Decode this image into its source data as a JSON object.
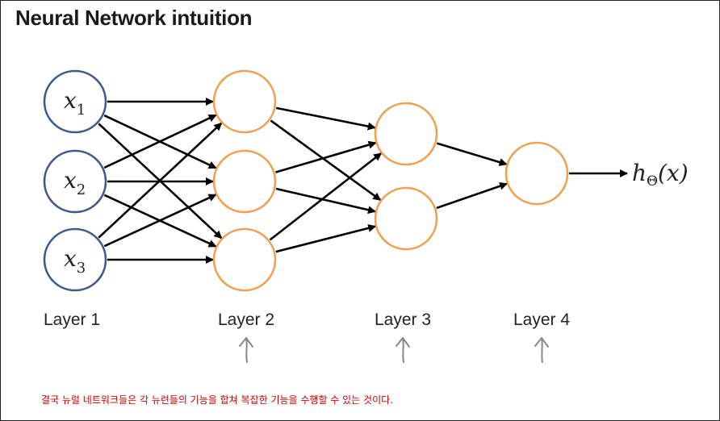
{
  "title": "Neural Network intuition",
  "layers": [
    {
      "label": "Layer 1",
      "node_count": 3
    },
    {
      "label": "Layer 2",
      "node_count": 3
    },
    {
      "label": "Layer 3",
      "node_count": 2
    },
    {
      "label": "Layer 4",
      "node_count": 1
    }
  ],
  "inputs": [
    {
      "base": "x",
      "sub": "1"
    },
    {
      "base": "x",
      "sub": "2"
    },
    {
      "base": "x",
      "sub": "3"
    }
  ],
  "output": {
    "h": "h",
    "sub": "Θ",
    "arg": "(x)"
  },
  "annotation_arrow_layers": [
    2,
    3,
    4
  ],
  "caption": "결국 뉴럴 네트워크들은 각 뉴련들의 기능을 합쳐 복잡한 기능을 수행할 수 있는 것이다.",
  "colors": {
    "input_node": "#3d5a8a",
    "hidden_node": "#f0a050",
    "edge": "#000000",
    "annotation_arrow": "#888888",
    "caption": "#cc0000"
  }
}
